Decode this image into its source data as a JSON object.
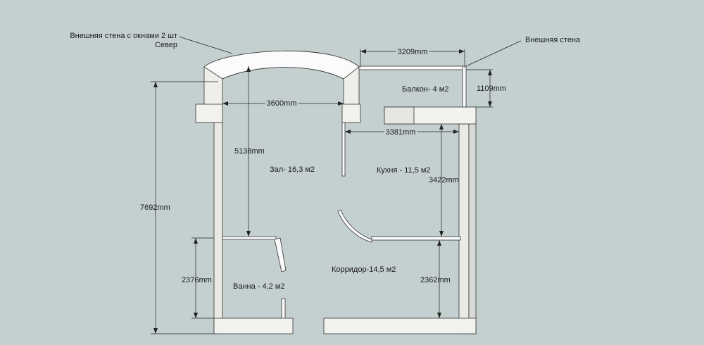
{
  "annotations": {
    "north_wall_line1": "Внешняя стена с окнами 2 шт",
    "north_wall_line2": "Север",
    "outer_wall": "Внешняя стена"
  },
  "rooms": {
    "hall": "Зал- 16,3 м2",
    "kitchen": "Кухня - 11,5 м2",
    "balcony": "Балкон- 4 м2",
    "corridor": "Корридор-14,5 м2",
    "bathroom": "Ванна - 4,2 м2"
  },
  "dimensions": {
    "balcony_width": "3209mm",
    "balcony_depth": "1109mm",
    "hall_width": "3600mm",
    "kitchen_width": "3381mm",
    "hall_length": "5138mm",
    "total_length": "7692mm",
    "kitchen_length": "3422mm",
    "bath_length": "2376mm",
    "corridor_length": "2362mm"
  },
  "colors": {
    "background": "#c4cfcf",
    "wall_face": "#f2f2ee",
    "wall_top": "#ffffff",
    "wall_shadow": "#9aa4a4",
    "line": "#222222"
  }
}
